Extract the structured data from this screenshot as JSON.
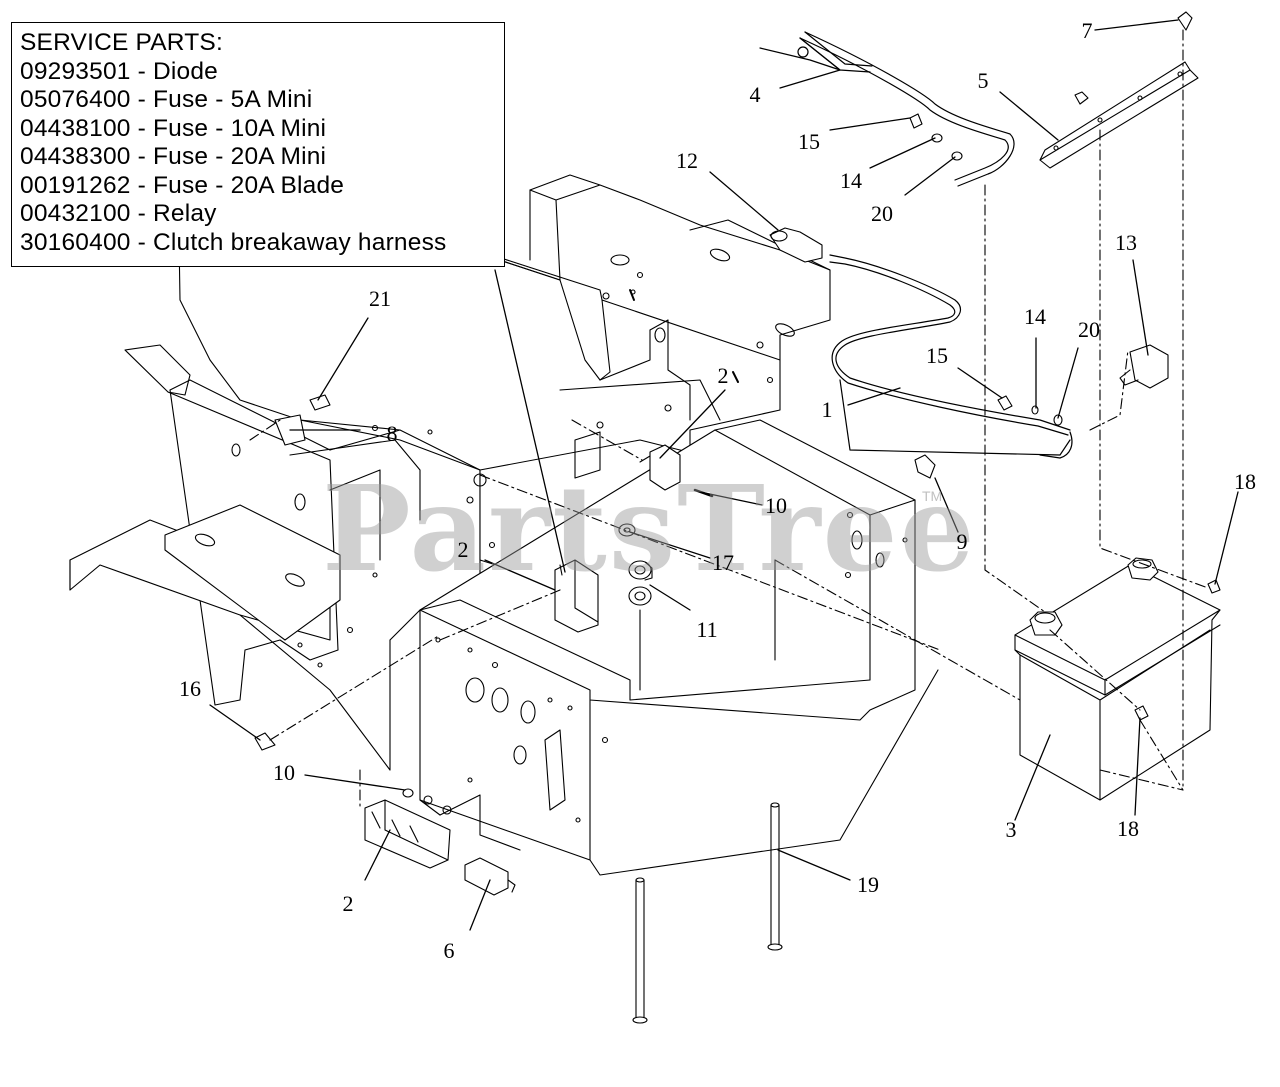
{
  "service_parts": {
    "heading": "SERVICE PARTS:",
    "items": [
      "09293501 - Diode",
      "05076400 - Fuse - 5A Mini",
      "04438100 - Fuse - 10A Mini",
      "04438300 - Fuse - 20A Mini",
      "00191262 - Fuse - 20A Blade",
      "00432100 - Relay",
      "30160400 - Clutch breakaway harness"
    ]
  },
  "watermark": {
    "text": "PartsTree",
    "tm": "TM"
  },
  "callouts": {
    "c1": "1",
    "c2a": "2",
    "c2b": "2",
    "c2c": "2",
    "c3": "3",
    "c4": "4",
    "c5": "5",
    "c6": "6",
    "c7": "7",
    "c8": "8",
    "c9": "9",
    "c10a": "10",
    "c10b": "10",
    "c11": "11",
    "c12": "12",
    "c13": "13",
    "c14a": "14",
    "c14b": "14",
    "c15a": "15",
    "c15b": "15",
    "c16": "16",
    "c17": "17",
    "c18a": "18",
    "c18b": "18",
    "c19": "19",
    "c20a": "20",
    "c20b": "20",
    "c21": "21"
  }
}
